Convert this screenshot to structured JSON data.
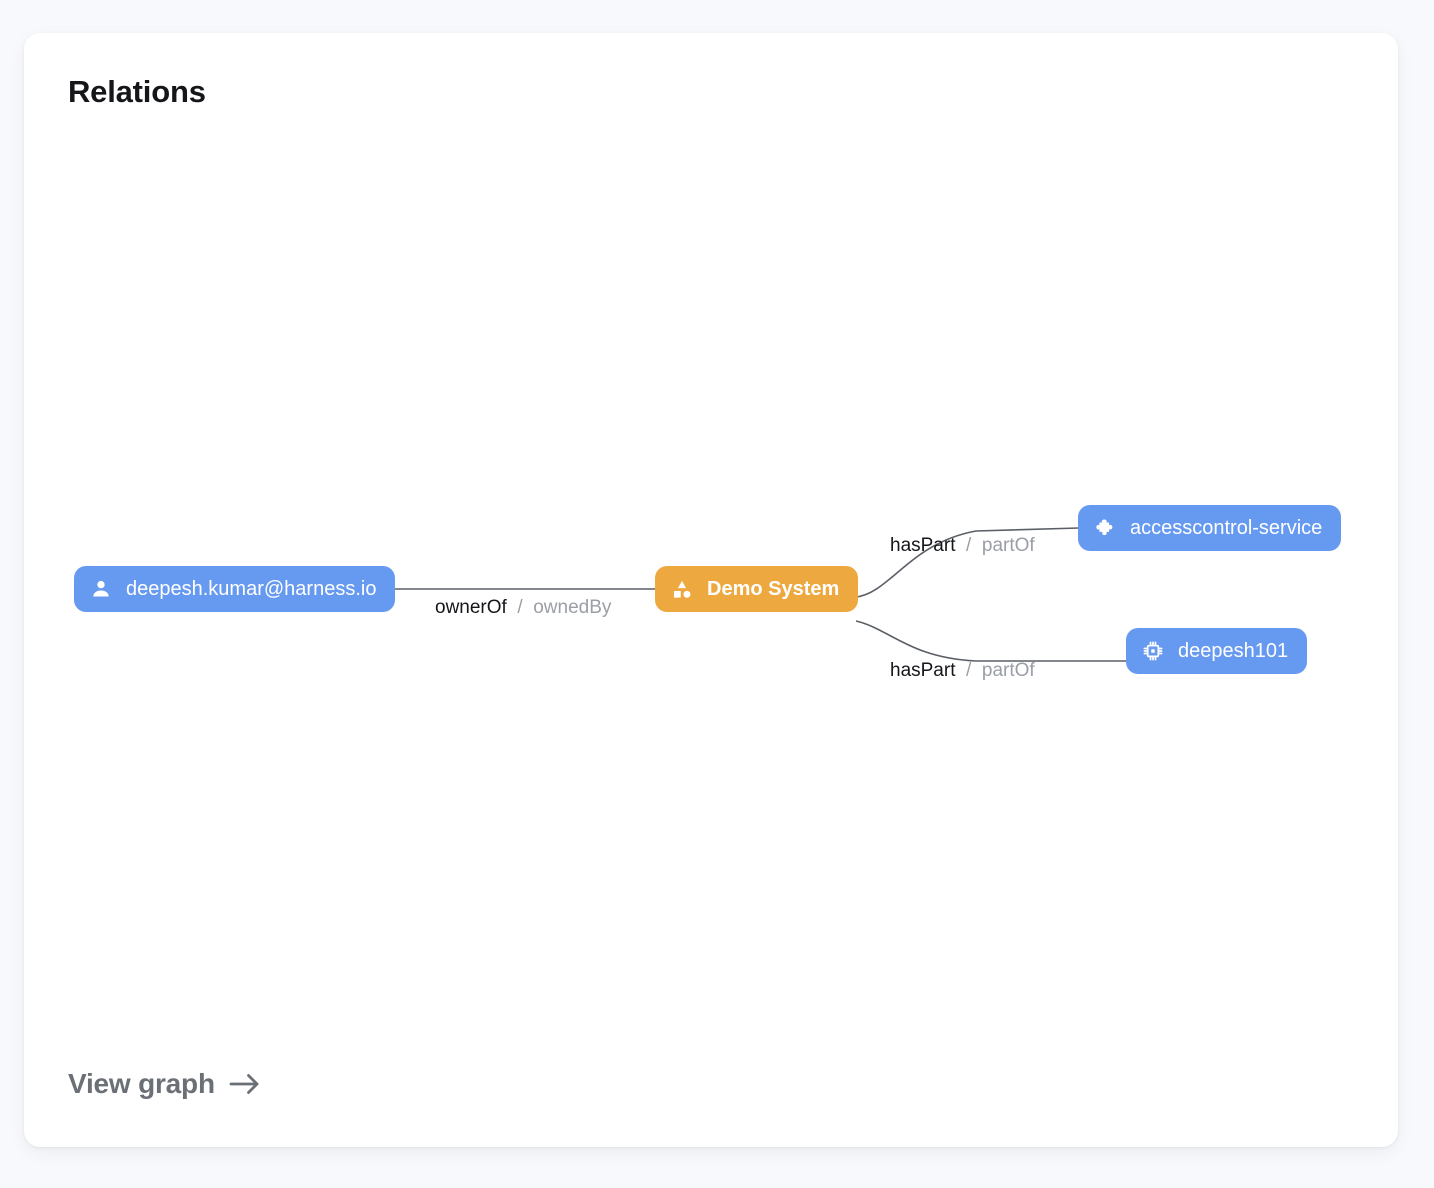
{
  "card": {
    "title": "Relations"
  },
  "graph": {
    "nodes": [
      {
        "id": "user",
        "label": "deepesh.kumar@harness.io",
        "icon": "person-icon",
        "kind": "blue",
        "color": "#6699f0"
      },
      {
        "id": "system",
        "label": "Demo System",
        "icon": "shapes-icon",
        "kind": "orange",
        "color": "#eda93f"
      },
      {
        "id": "component",
        "label": "accesscontrol-service",
        "icon": "puzzle-icon",
        "kind": "blue",
        "color": "#6699f0"
      },
      {
        "id": "resource",
        "label": "deepesh101",
        "icon": "chip-icon",
        "kind": "blue",
        "color": "#6699f0"
      }
    ],
    "edges": [
      {
        "id": "edge-user-system",
        "source": "user",
        "target": "system",
        "primary": "ownerOf",
        "separator": "/",
        "secondary": "ownedBy"
      },
      {
        "id": "edge-system-component",
        "source": "system",
        "target": "component",
        "primary": "hasPart",
        "separator": "/",
        "secondary": "partOf"
      },
      {
        "id": "edge-system-resource",
        "source": "system",
        "target": "resource",
        "primary": "hasPart",
        "separator": "/",
        "secondary": "partOf"
      }
    ],
    "edge_color": "#5a5e66"
  },
  "footer": {
    "view_graph_label": "View graph",
    "arrow_icon": "arrow-right-icon"
  }
}
